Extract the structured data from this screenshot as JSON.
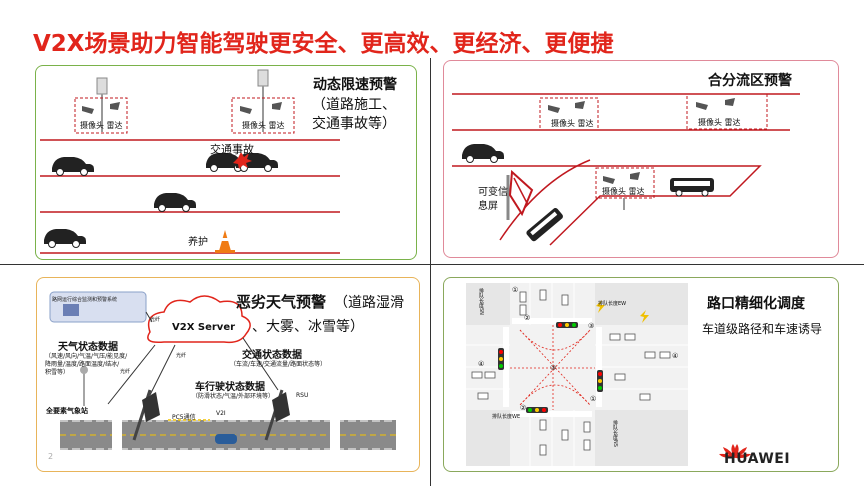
{
  "title": "V2X场景助力智能驾驶更安全、更高效、更经济、更便捷",
  "panel1": {
    "heading": "动态限速预警",
    "sub1": "（道路施工、",
    "sub2": "交通事故等）",
    "cam_label_a": "摄像头 雷达",
    "cam_label_b": "摄像头 雷达",
    "accident": "交通事故",
    "maintenance": "养护"
  },
  "panel2": {
    "heading": "合分流区预警",
    "cam_label_a": "摄像头 雷达",
    "cam_label_b": "摄像头 雷达",
    "cam_label_c": "摄像头 雷达",
    "sign_line1": "可变信",
    "sign_line2": "息屏"
  },
  "panel3": {
    "heading": "恶劣天气预警",
    "sub1": "（道路湿滑",
    "sub2": "、大雾、冰雪等）",
    "system_box": "路网运行综合监测和预警系统",
    "server": "V2X Server",
    "weather_title": "天气状态数据",
    "weather_detail_1": "（风速/风向/气温/气压/能见度/",
    "weather_detail_2": "降雨量/温度/路面温度/结冰/",
    "weather_detail_3": "积雪等）",
    "traffic_title": "交通状态数据",
    "traffic_detail": "（车流/车速/交通流量/路面状态等）",
    "vehicle_title": "车行驶状态数据",
    "vehicle_detail": "（防滑状态/气温/外部环境等）",
    "station": "全要素气象站",
    "pc5": "PC5通信",
    "v2i": "V2I",
    "rsu": "RSU",
    "link_a": "光纤",
    "link_b": "光纤",
    "link_c": "光纤",
    "watermark": "2"
  },
  "panel4": {
    "heading": "路口精细化调度",
    "sub": "车道级路径和车速诱导",
    "queue_s": "排队长度SN",
    "queue_ew": "排队长度EW",
    "queue_we": "排队长度WE",
    "queue_ns": "排队长度NS",
    "numbers": [
      "①",
      "②",
      "③",
      "④",
      "①",
      "②",
      "③",
      "④"
    ]
  },
  "brand": {
    "name": "HUAWEI",
    "logo_color": "#e1251b"
  },
  "colors": {
    "title": "#e1251b",
    "panel1_border": "#7ab24a",
    "panel2_border": "#e08a9a",
    "panel3_border": "#e8b45a",
    "panel4_border": "#8aa85c",
    "road_red": "#c0181f"
  }
}
